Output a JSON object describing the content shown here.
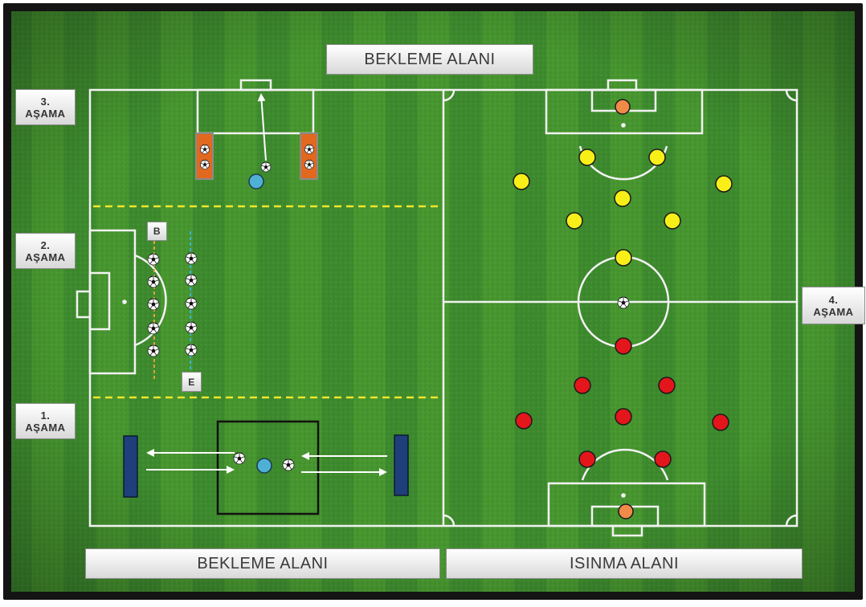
{
  "labels": {
    "top_waiting": "BEKLEME ALANI",
    "bottom_waiting": "BEKLEME ALANI",
    "warmup": "ISINMA ALANI",
    "stage3": [
      "3.",
      "AŞAMA"
    ],
    "stage2": [
      "2.",
      "AŞAMA"
    ],
    "stage1": [
      "1.",
      "AŞAMA"
    ],
    "stage4": [
      "4.",
      "AŞAMA"
    ],
    "cone_b": "B",
    "cone_e": "E"
  },
  "colors": {
    "frame": "#1a1a1a",
    "grass": "#3f8a2f",
    "line": "#f2f2f2",
    "divider": "#f0e62a",
    "player_yellow": "#f7ef17",
    "player_red": "#e3161c",
    "goalkeeper": "#f08a48",
    "player_blue": "#4fb0d6",
    "mini_goal_orange": "#e0681f",
    "mini_goal_blue": "#1e3f7a",
    "dash_orange": "#e6a03a",
    "dash_blue": "#35b4d9"
  },
  "icons": [
    "soccer-ball-icon",
    "arrow-icon"
  ]
}
